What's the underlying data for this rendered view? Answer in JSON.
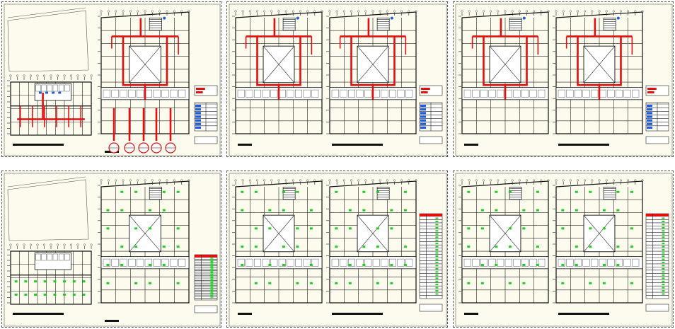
{
  "colors": {
    "paper": "#fcfbee",
    "plumbing_lines": "#e01010",
    "electrical_symbols": "#22cc22",
    "linework": "#222222",
    "legend_blue": "#1e5fd8"
  },
  "sheets": [
    {
      "id": "sheet-1",
      "row": "top",
      "type": "plumbing",
      "has_site_sketch": true
    },
    {
      "id": "sheet-2",
      "row": "top",
      "type": "plumbing",
      "has_site_sketch": false
    },
    {
      "id": "sheet-3",
      "row": "top",
      "type": "plumbing",
      "has_site_sketch": false
    },
    {
      "id": "sheet-4",
      "row": "bottom",
      "type": "electrical",
      "has_site_sketch": true
    },
    {
      "id": "sheet-5",
      "row": "bottom",
      "type": "electrical",
      "has_site_sketch": false
    },
    {
      "id": "sheet-6",
      "row": "bottom",
      "type": "electrical",
      "has_site_sketch": false
    }
  ]
}
